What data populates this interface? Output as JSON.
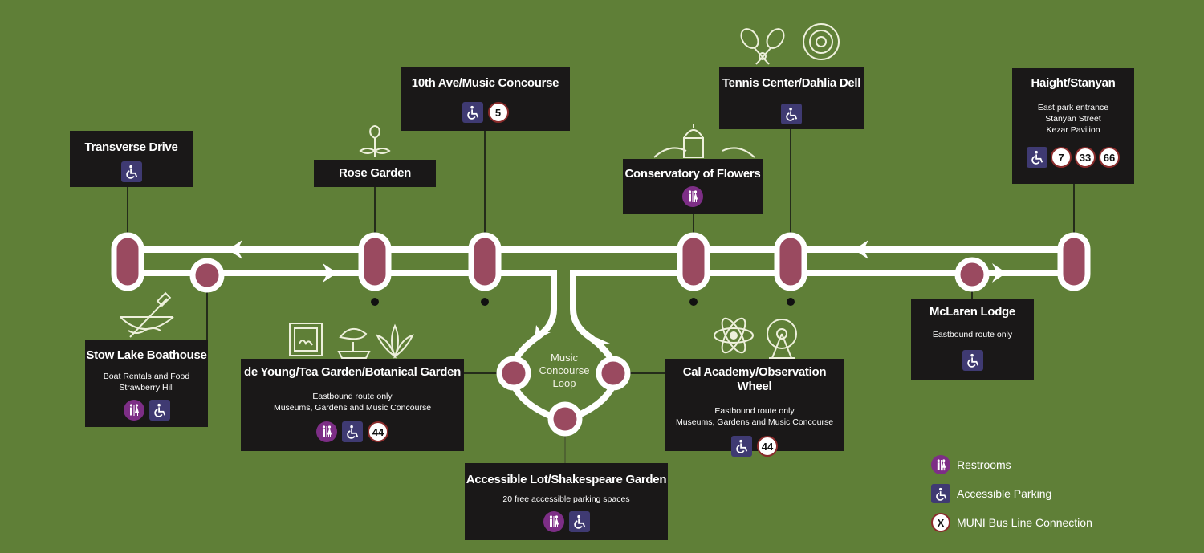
{
  "map": {
    "loop_label": "Music Concourse Loop",
    "stops": {
      "transverse": {
        "title": "Transverse Drive",
        "desc": [],
        "amenities": [
          "accessible-parking"
        ],
        "bus": []
      },
      "rose": {
        "title": "Rose Garden",
        "desc": [],
        "amenities": [],
        "bus": []
      },
      "tenth": {
        "title": "10th Ave/Music Concourse",
        "desc": [],
        "amenities": [
          "accessible-parking"
        ],
        "bus": [
          "5"
        ]
      },
      "conservatory": {
        "title": "Conservatory of Flowers",
        "desc": [],
        "amenities": [
          "restrooms"
        ],
        "bus": []
      },
      "tennis": {
        "title": "Tennis Center/Dahlia Dell",
        "desc": [],
        "amenities": [
          "accessible-parking"
        ],
        "bus": []
      },
      "haight": {
        "title": "Haight/Stanyan",
        "desc": [
          "East park entrance",
          "Stanyan Street",
          "Kezar Pavilion"
        ],
        "amenities": [
          "accessible-parking"
        ],
        "bus": [
          "7",
          "33",
          "66"
        ]
      },
      "stow": {
        "title": "Stow Lake Boathouse",
        "desc": [
          "Boat Rentals and Food",
          "Strawberry Hill"
        ],
        "amenities": [
          "restrooms",
          "accessible-parking"
        ],
        "bus": []
      },
      "deyoung": {
        "title": "de Young/Tea Garden/Botanical Garden",
        "desc": [
          "Eastbound route only",
          "Museums, Gardens and Music Concourse"
        ],
        "amenities": [
          "restrooms",
          "accessible-parking"
        ],
        "bus": [
          "44"
        ]
      },
      "shakespeare": {
        "title": "Accessible Lot/Shakespeare Garden",
        "desc": [
          "20 free accessible parking spaces"
        ],
        "amenities": [
          "restrooms",
          "accessible-parking"
        ],
        "bus": []
      },
      "calacademy": {
        "title": "Cal Academy/Observation Wheel",
        "desc": [
          "Eastbound route only",
          "Museums, Gardens and Music Concourse"
        ],
        "amenities": [
          "accessible-parking"
        ],
        "bus": [
          "44"
        ]
      },
      "mclaren": {
        "title": "McLaren Lodge",
        "desc": [
          "Eastbound route only"
        ],
        "amenities": [
          "accessible-parking"
        ],
        "bus": []
      }
    }
  },
  "legend": {
    "restrooms": "Restrooms",
    "parking": "Accessible Parking",
    "bus": "MUNI Bus Line Connection",
    "bus_symbol": "X"
  },
  "colors": {
    "background": "#5f7f37",
    "stop_fill": "#9a4a60",
    "route": "#ffffff",
    "box": "#1a1818",
    "parking": "#3f3a72",
    "restroom": "#7d2e86"
  }
}
